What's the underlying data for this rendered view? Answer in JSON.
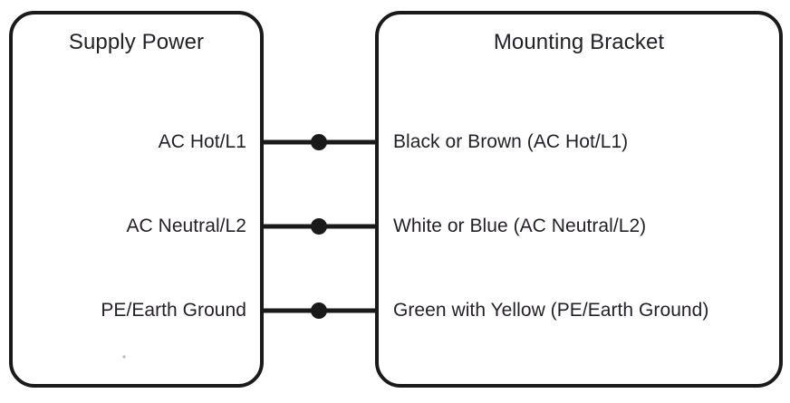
{
  "diagram": {
    "type": "wiring-connection-diagram",
    "background_color": "#ffffff",
    "line_color": "#1a1a1a",
    "text_color": "#231f26",
    "left_block": {
      "title": "Supply Power",
      "terminals": [
        "AC Hot/L1",
        "AC Neutral/L2",
        "PE/Earth Ground"
      ]
    },
    "right_block": {
      "title": "Mounting Bracket",
      "terminals": [
        "Black or Brown (AC Hot/L1)",
        "White or Blue (AC Neutral/L2)",
        "Green with Yellow (PE/Earth Ground)"
      ]
    },
    "connections": [
      {
        "left": "AC Hot/L1",
        "right": "Black or Brown (AC Hot/L1)",
        "junction": "splice-dot"
      },
      {
        "left": "AC Neutral/L2",
        "right": "White or Blue (AC Neutral/L2)",
        "junction": "splice-dot"
      },
      {
        "left": "PE/Earth Ground",
        "right": "Green with Yellow (PE/Earth Ground)",
        "junction": "splice-dot"
      }
    ]
  }
}
